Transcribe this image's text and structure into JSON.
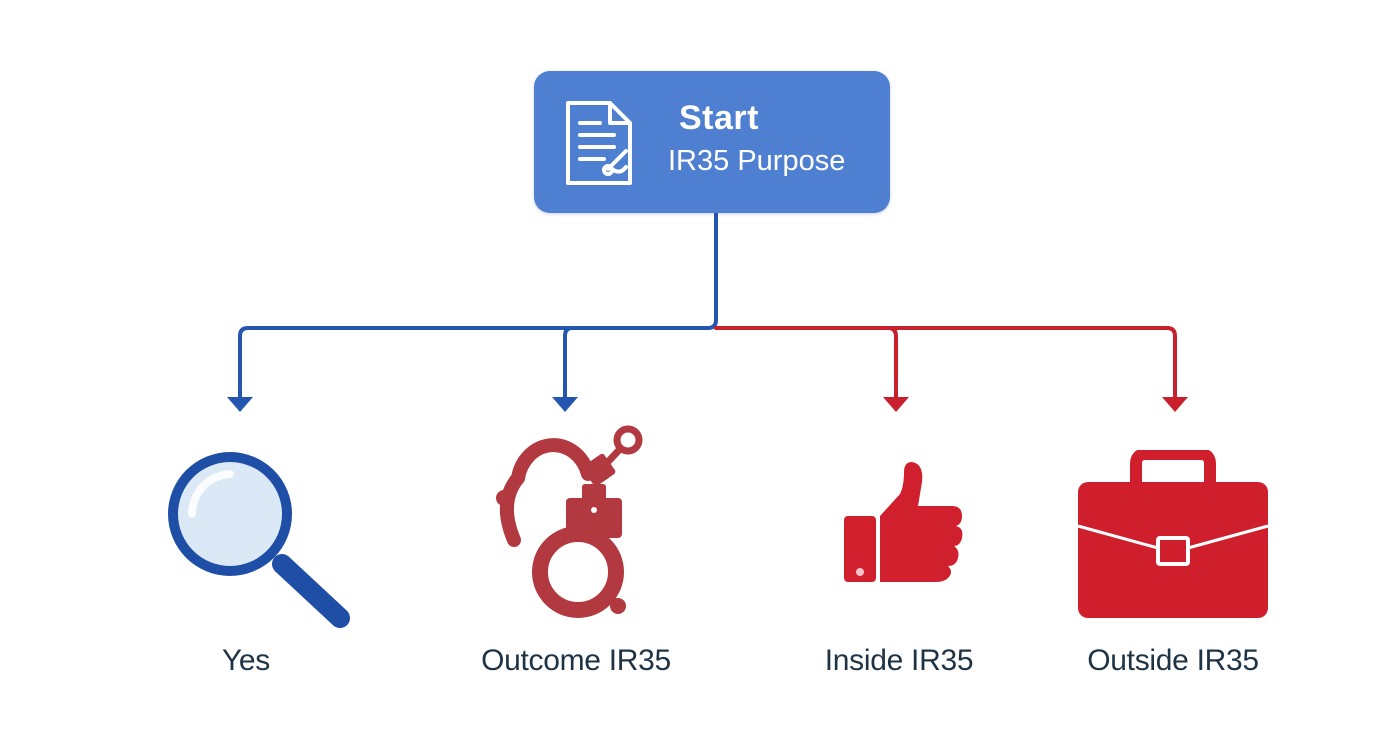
{
  "start": {
    "title": "Start",
    "subtitle": "IR35 Purpose"
  },
  "outcomes": [
    {
      "label": "Yes",
      "icon": "magnifying-glass-icon",
      "color": "#1f4ea6"
    },
    {
      "label": "Outcome IR35",
      "icon": "handcuffs-icon",
      "color": "#b2393f"
    },
    {
      "label": "Inside IR35",
      "icon": "thumbs-up-icon",
      "color": "#d0202e"
    },
    {
      "label": "Outside IR35",
      "icon": "briefcase-icon",
      "color": "#cf1f2d"
    }
  ],
  "colors": {
    "start_box": "#4f7fd0",
    "blue_connector": "#2456b0",
    "red_connector": "#c8202d",
    "label_text": "#1f3346"
  }
}
